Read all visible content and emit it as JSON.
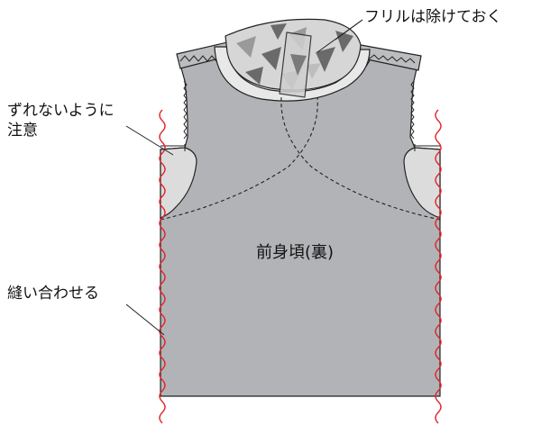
{
  "labels": {
    "ruffle_note": "フリルは除けておく",
    "align_note_line1": "ずれないように",
    "align_note_line2": "注意",
    "sew_note": "縫い合わせる",
    "piece_name": "前身頃(裏)"
  },
  "colors": {
    "body_fill": "#b2b3b6",
    "stroke": "#222222",
    "stitch_red": "#e0242b",
    "bias_tape": "#bcbdbf",
    "neck_band": "#e8e8e8",
    "armhole_facing": "#dcdcdc",
    "print_dark": "#6a6a6a",
    "print_mid": "#9a9a9a",
    "print_light": "#d2d2d2"
  }
}
